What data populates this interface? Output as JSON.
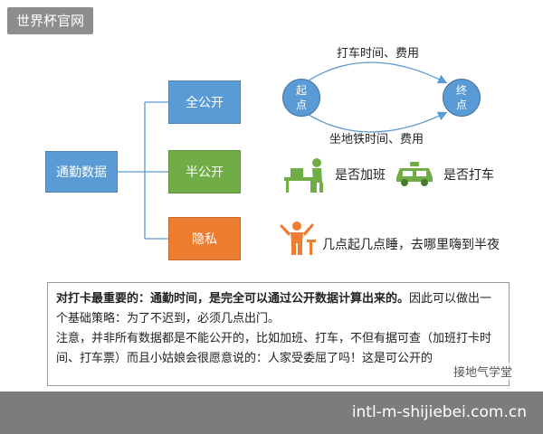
{
  "site_tag": "世界杯官网",
  "diagram": {
    "root": "通勤数据",
    "branches": [
      {
        "label": "全公开",
        "color": "#5b9bd5"
      },
      {
        "label": "半公开",
        "color": "#70ad47"
      },
      {
        "label": "隐私",
        "color": "#ed7d31"
      }
    ],
    "route": {
      "start": "起点",
      "end": "终点",
      "top_label": "打车时间、费用",
      "bottom_label": "坐地铁时间、费用"
    },
    "semi_items": [
      "是否加班",
      "是否打车"
    ],
    "private_item": "几点起几点睡，去哪里嗨到半夜"
  },
  "note": {
    "bold_text": "对打卡最重要的：通勤时间，是完全可以通过公开数据计算出来的。",
    "line1_rest": "因此可以做出一个基础策略：为了不迟到，必须几点出门。",
    "line2": "注意，并非所有数据都是不能公开的，比如加班、打车，不但有据可查（加班打卡时间、打车票）而且小姑娘会很愿意说的：人家受委屈了吗！这是可公开的"
  },
  "watermark": "接地气学堂",
  "footer_url": "intl-m-shijiebei.com.cn",
  "colors": {
    "blue": "#5b9bd5",
    "green": "#70ad47",
    "orange": "#ed7d31",
    "gray": "#7c7c7c"
  }
}
